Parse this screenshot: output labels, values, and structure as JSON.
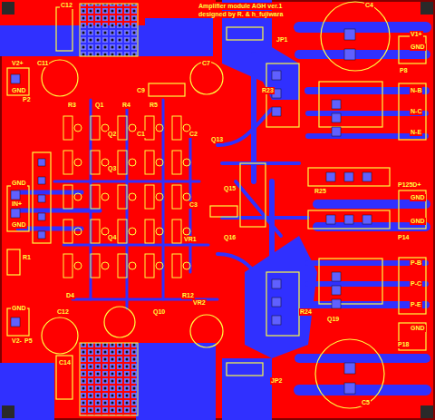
{
  "diagram": {
    "title": "Amplifier module AGH ver.1",
    "labels": [
      "designed by R. & h_fujiwara",
      "C12",
      "C11",
      "V2+",
      "GND",
      "P2",
      "C7",
      "C9",
      "C4",
      "JP1",
      "V1+",
      "GND",
      "P8",
      "N-B",
      "N-C",
      "N-E",
      "R23",
      "R25",
      "P125D+",
      "GND",
      "GND",
      "P14",
      "P-B",
      "P-C",
      "P-E",
      "P18",
      "GND",
      "C5",
      "JP2",
      "C12",
      "P5",
      "V2-",
      "GND",
      "C14",
      "GND",
      "IN+",
      "GND",
      "R1",
      "Q1",
      "Q2",
      "Q3",
      "Q4",
      "R3",
      "R4",
      "R5",
      "C1",
      "C2",
      "C3",
      "D4",
      "VR1",
      "VR2",
      "Q10",
      "Q13",
      "Q15",
      "Q16",
      "R24",
      "Q19",
      "R12"
    ]
  }
}
